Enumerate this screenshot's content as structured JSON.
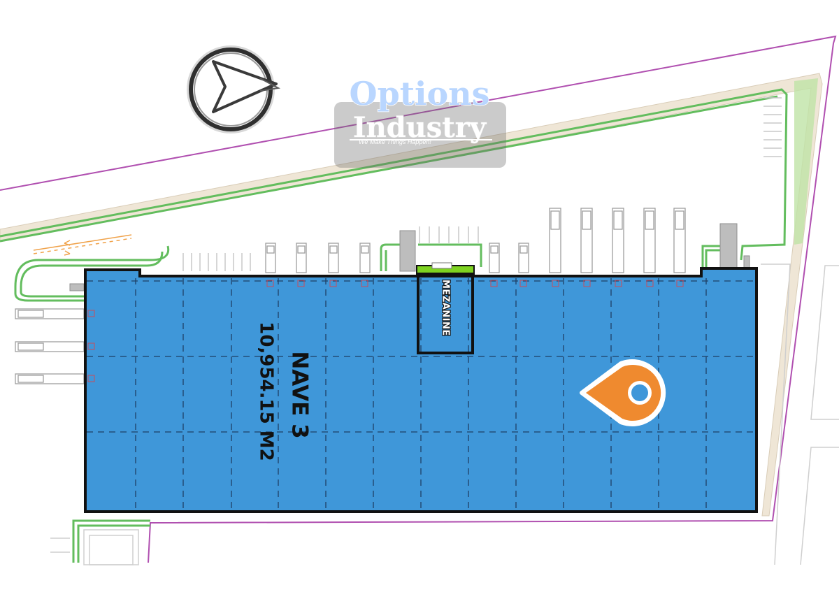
{
  "logo": {
    "line1": "Options",
    "line2": "Industry",
    "tagline": "We Make Things Happen!"
  },
  "building": {
    "name": "NAVE 3",
    "area": "10,954.15 M2",
    "mezzanine": "MEZANINE"
  },
  "colors": {
    "building_fill": "#3f97d9",
    "building_outline": "#111111",
    "property_line": "#b04fb0",
    "green_curb": "#63bd5e",
    "sidewalk": "#efe6d6",
    "marker": "#ef8a2f",
    "mezzanine_accent": "#7ed321"
  },
  "icons": [
    "compass-icon",
    "location-pin-icon",
    "truck-icon"
  ]
}
